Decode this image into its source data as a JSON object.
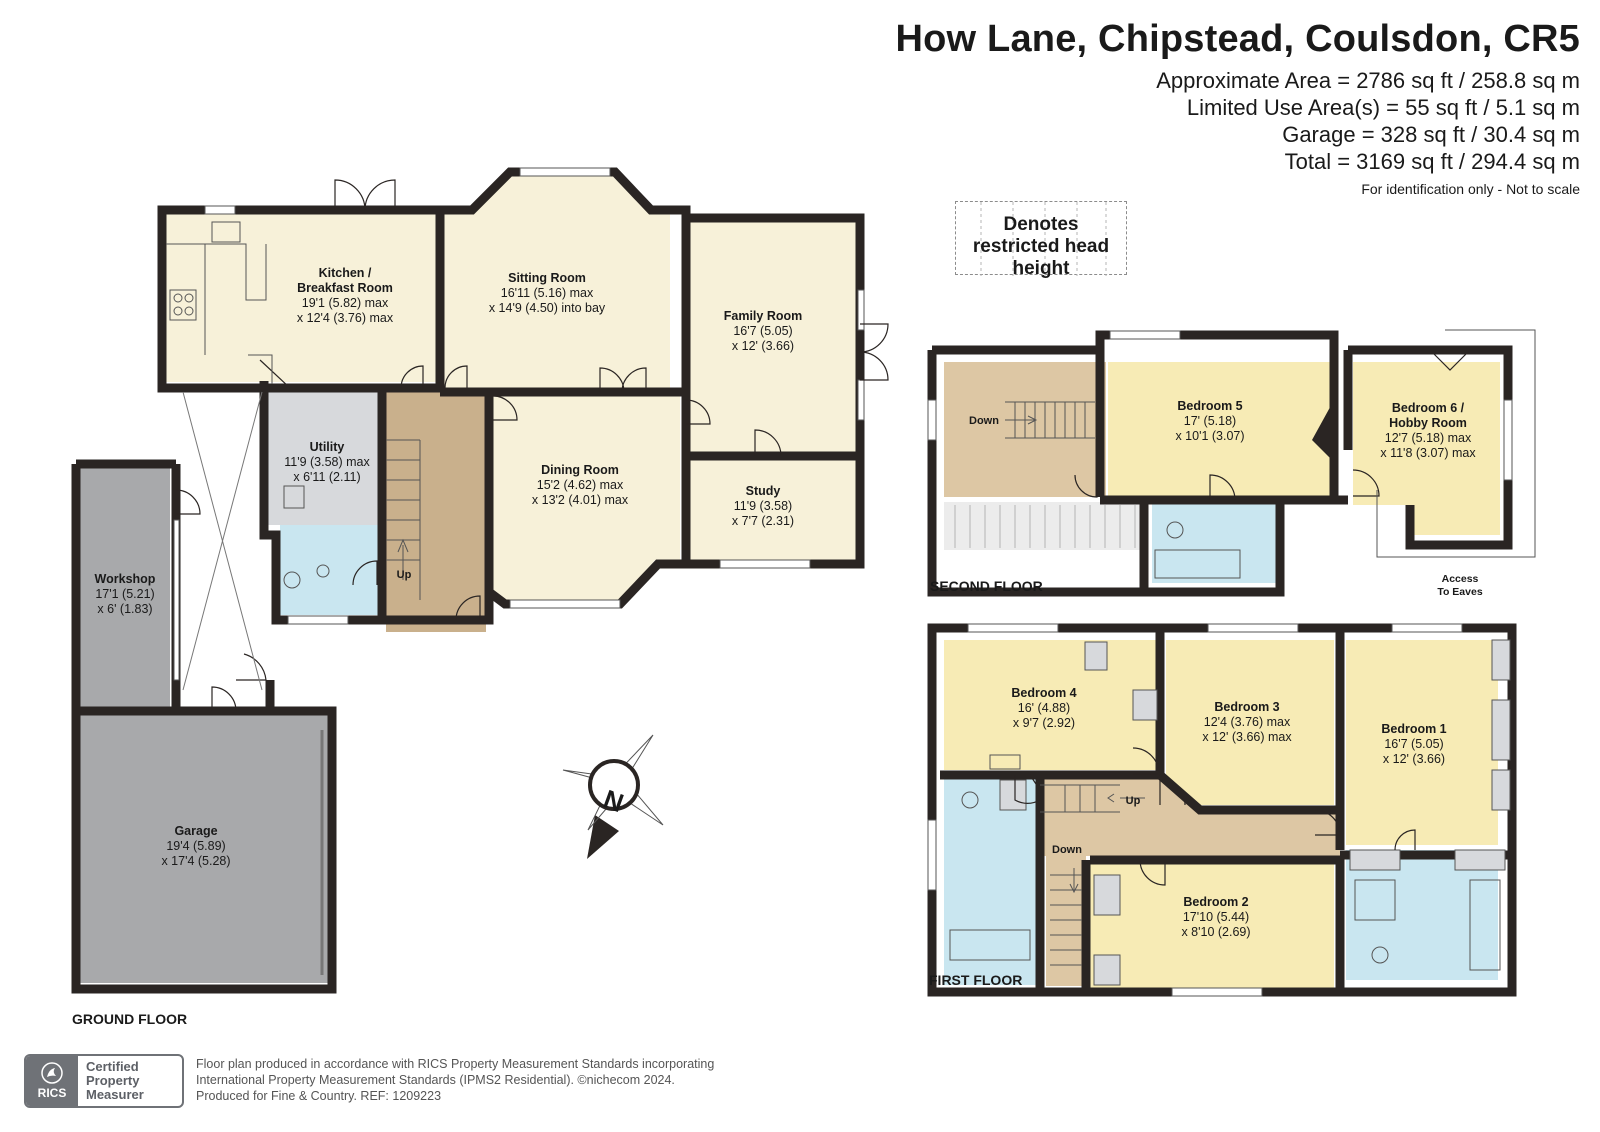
{
  "header": {
    "title": "How Lane, Chipstead, Coulsdon, CR5",
    "areas": [
      "Approximate Area = 2786 sq ft / 258.8 sq m",
      "Limited Use Area(s) = 55 sq ft / 5.1 sq m",
      "Garage = 328 sq ft / 30.4 sq m",
      "Total = 3169 sq ft / 294.4 sq m"
    ],
    "note": "For identification only - Not to scale"
  },
  "legend": {
    "restricted_label": "Denotes restricted head height"
  },
  "colors": {
    "wall": "#2a2523",
    "living": "#f7f1d9",
    "bedroom": "#f7ebb5",
    "bathroom": "#c9e6f0",
    "utility": "#d7d9dc",
    "garage": "#a8a9ab",
    "hall": "#c9b08c",
    "landing": "#ddc7a4"
  },
  "floors": {
    "ground": "GROUND FLOOR",
    "first": "FIRST FLOOR",
    "second": "SECOND FLOOR"
  },
  "rooms": {
    "kitchen": {
      "name": "Kitchen /",
      "name2": "Breakfast Room",
      "dim1": "19'1 (5.82) max",
      "dim2": "x 12'4 (3.76) max"
    },
    "sitting": {
      "name": "Sitting Room",
      "dim1": "16'11 (5.16) max",
      "dim2": "x 14'9 (4.50) into bay"
    },
    "family": {
      "name": "Family Room",
      "dim1": "16'7 (5.05)",
      "dim2": "x 12' (3.66)"
    },
    "utility": {
      "name": "Utility",
      "dim1": "11'9 (3.58) max",
      "dim2": "x 6'11 (2.11)"
    },
    "dining": {
      "name": "Dining Room",
      "dim1": "15'2 (4.62) max",
      "dim2": "x 13'2 (4.01) max"
    },
    "study": {
      "name": "Study",
      "dim1": "11'9 (3.58)",
      "dim2": "x 7'7 (2.31)"
    },
    "workshop": {
      "name": "Workshop",
      "dim1": "17'1 (5.21)",
      "dim2": "x 6' (1.83)"
    },
    "garage": {
      "name": "Garage",
      "dim1": "19'4 (5.89)",
      "dim2": "x 17'4 (5.28)"
    },
    "bedroom5": {
      "name": "Bedroom 5",
      "dim1": "17' (5.18)",
      "dim2": "x 10'1 (3.07)"
    },
    "bedroom6": {
      "name": "Bedroom 6 /",
      "name2": "Hobby Room",
      "dim1": "12'7 (5.18) max",
      "dim2": "x 11'8 (3.07) max"
    },
    "bedroom4": {
      "name": "Bedroom 4",
      "dim1": "16' (4.88)",
      "dim2": "x 9'7 (2.92)"
    },
    "bedroom3": {
      "name": "Bedroom 3",
      "dim1": "12'4 (3.76) max",
      "dim2": "x 12' (3.66) max"
    },
    "bedroom1": {
      "name": "Bedroom 1",
      "dim1": "16'7 (5.05)",
      "dim2": "x 12' (3.66)"
    },
    "bedroom2": {
      "name": "Bedroom 2",
      "dim1": "17'10 (5.44)",
      "dim2": "x 8'10 (2.69)"
    }
  },
  "stairs": {
    "up": "Up",
    "down": "Down",
    "up_first": "Up",
    "down_first": "Down",
    "down_second": "Down"
  },
  "eaves": {
    "line1": "Access",
    "line2": "To Eaves"
  },
  "compass": {
    "letter": "N"
  },
  "footer": {
    "badge": "RICS",
    "cert1": "Certified",
    "cert2": "Property",
    "cert3": "Measurer",
    "line1": "Floor plan produced in accordance with RICS Property Measurement Standards incorporating",
    "line2": "International Property Measurement Standards (IPMS2 Residential).   ©nichecom 2024.",
    "line3": "Produced for Fine & Country.   REF:  1209223"
  }
}
